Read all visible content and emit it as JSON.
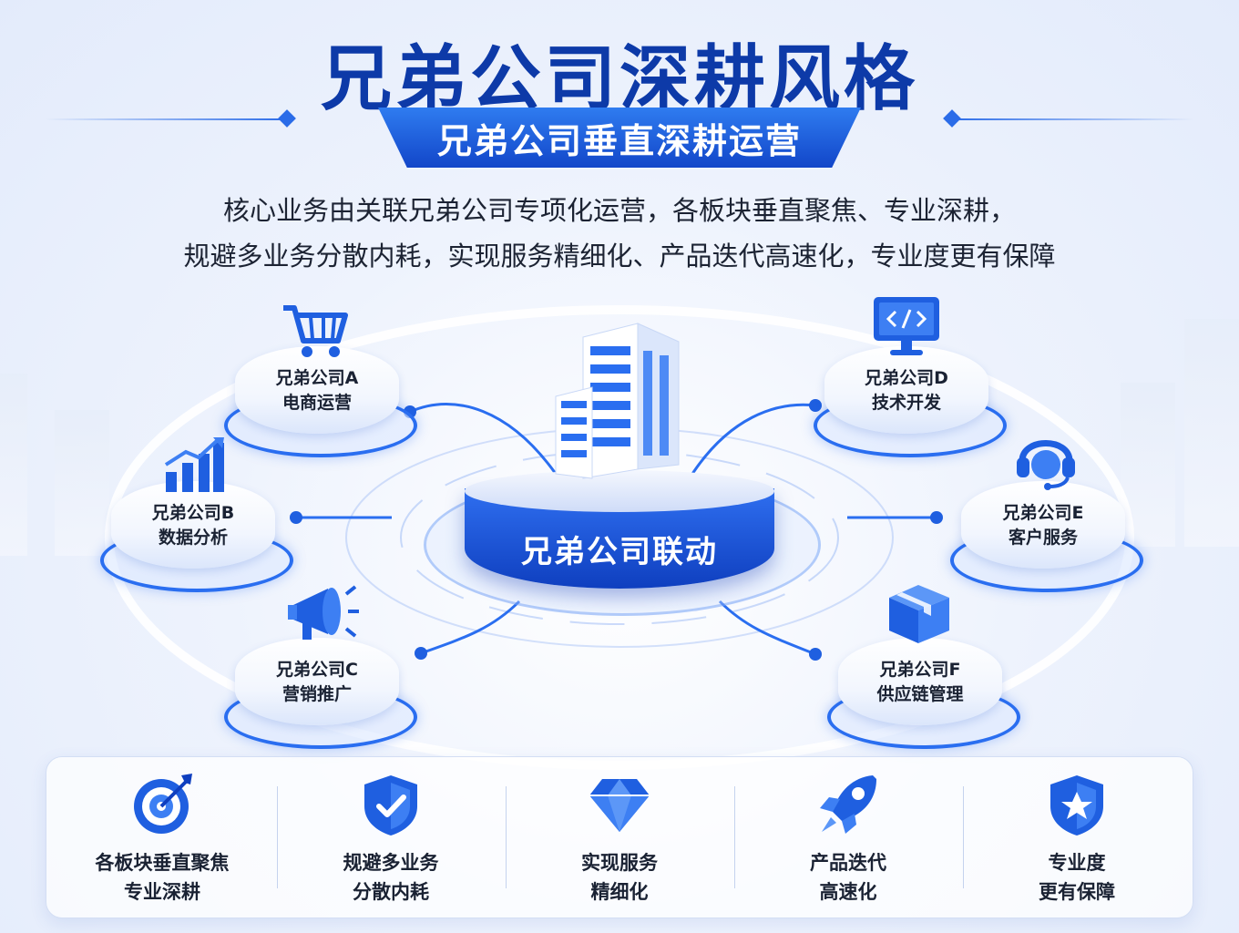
{
  "header": {
    "title": "兄弟公司深耕风格",
    "banner": "兄弟公司垂直深耕运营",
    "description_line1": "核心业务由关联兄弟公司专项化运营，各板块垂直聚焦、专业深耕，",
    "description_line2": "规避多业务分散内耗，实现服务精细化、产品迭代高速化，专业度更有保障"
  },
  "hub": {
    "label": "兄弟公司联动"
  },
  "nodes": [
    {
      "name": "兄弟公司A",
      "role": "电商运营",
      "icon": "shopping-cart-icon"
    },
    {
      "name": "兄弟公司B",
      "role": "数据分析",
      "icon": "bar-chart-icon"
    },
    {
      "name": "兄弟公司C",
      "role": "营销推广",
      "icon": "megaphone-icon"
    },
    {
      "name": "兄弟公司D",
      "role": "技术开发",
      "icon": "code-monitor-icon"
    },
    {
      "name": "兄弟公司E",
      "role": "客户服务",
      "icon": "headset-icon"
    },
    {
      "name": "兄弟公司F",
      "role": "供应链管理",
      "icon": "package-icon"
    }
  ],
  "features": [
    {
      "line1": "各板块垂直聚焦",
      "line2": "专业深耕",
      "icon": "target-icon"
    },
    {
      "line1": "规避多业务",
      "line2": "分散内耗",
      "icon": "shield-check-icon"
    },
    {
      "line1": "实现服务",
      "line2": "精细化",
      "icon": "diamond-icon"
    },
    {
      "line1": "产品迭代",
      "line2": "高速化",
      "icon": "rocket-icon"
    },
    {
      "line1": "专业度",
      "line2": "更有保障",
      "icon": "shield-star-icon"
    }
  ],
  "colors": {
    "primary": "#1246c9",
    "accent": "#2a6ef0",
    "title": "#0d3aa8"
  }
}
